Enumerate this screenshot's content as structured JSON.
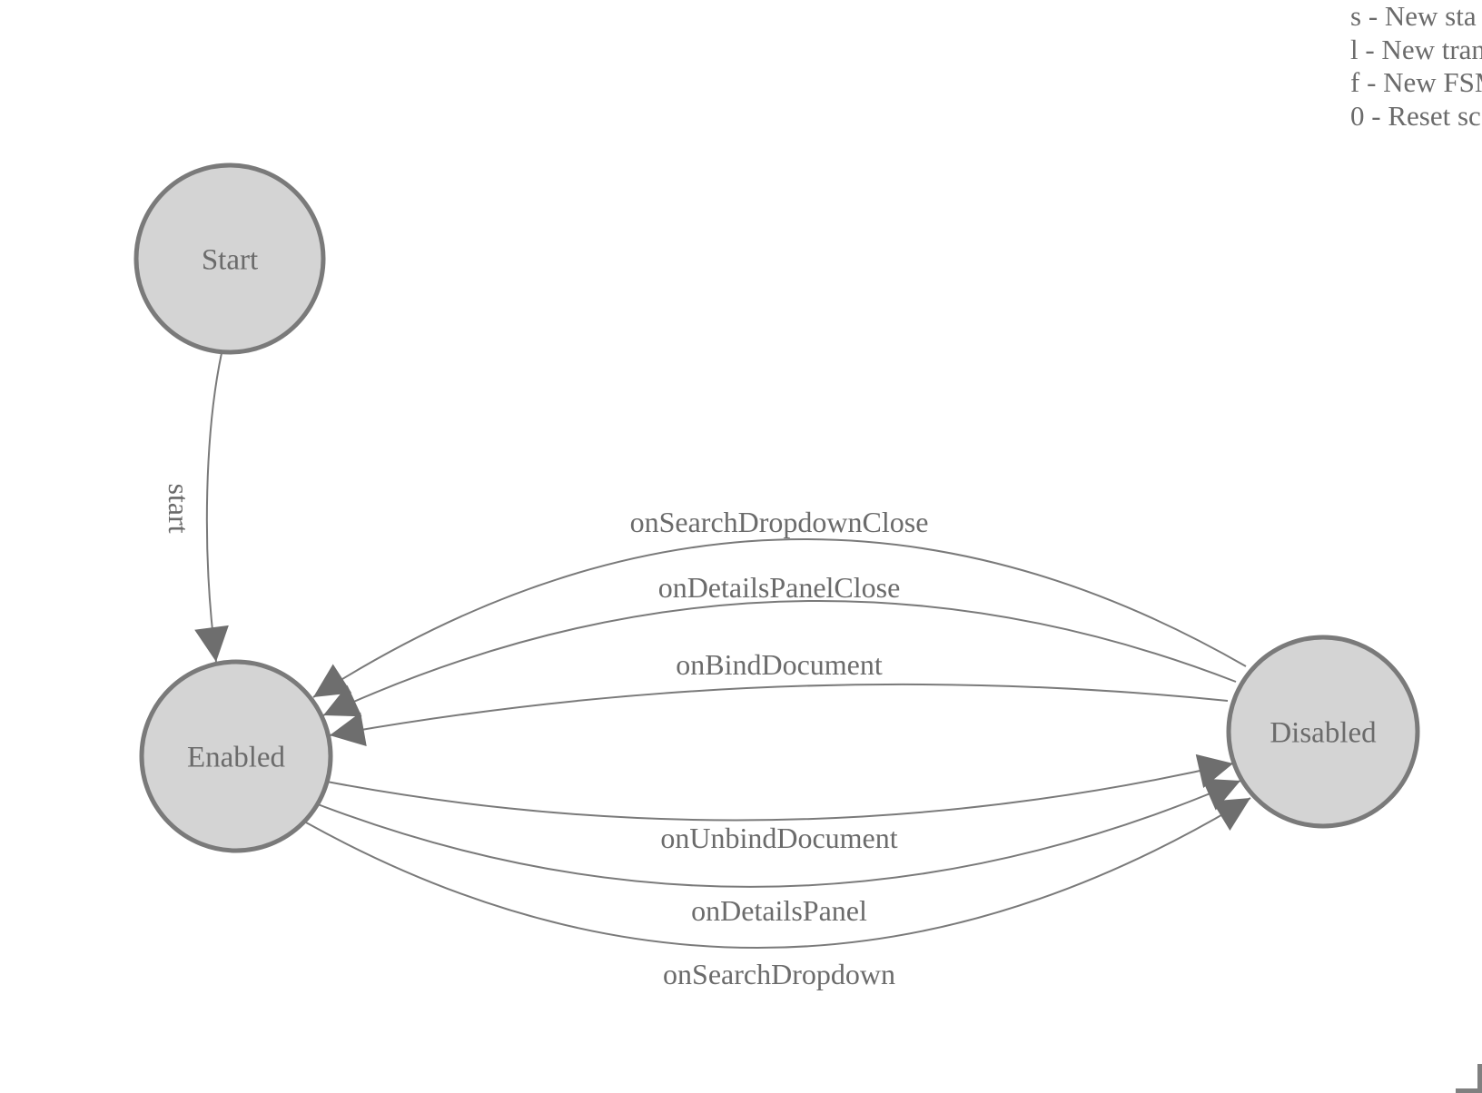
{
  "legend": {
    "lines": [
      "s - New sta",
      "l - New tran",
      "f - New FSM",
      "0 - Reset sc"
    ]
  },
  "fsm": {
    "states": [
      {
        "label": "Start"
      },
      {
        "label": "Enabled"
      },
      {
        "label": "Disabled"
      }
    ],
    "transitions": [
      {
        "label": "start",
        "from": "Start",
        "to": "Enabled"
      },
      {
        "label": "onSearchDropdownClose",
        "from": "Disabled",
        "to": "Enabled"
      },
      {
        "label": "onDetailsPanelClose",
        "from": "Disabled",
        "to": "Enabled"
      },
      {
        "label": "onBindDocument",
        "from": "Disabled",
        "to": "Enabled"
      },
      {
        "label": "onUnbindDocument",
        "from": "Enabled",
        "to": "Disabled"
      },
      {
        "label": "onDetailsPanel",
        "from": "Enabled",
        "to": "Disabled"
      },
      {
        "label": "onSearchDropdown",
        "from": "Enabled",
        "to": "Disabled"
      }
    ]
  },
  "colors": {
    "state_fill": "#d4d4d4",
    "state_stroke": "#7a7a7a",
    "edge_stroke": "#7a7a7a",
    "arrow_fill": "#6e6e6e",
    "text": "#6b6b6b"
  }
}
